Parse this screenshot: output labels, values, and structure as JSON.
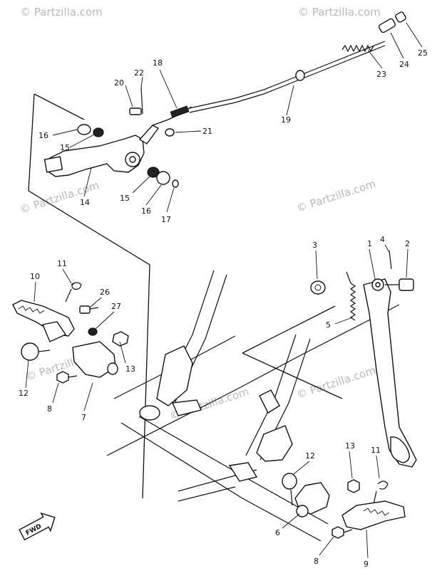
{
  "watermarks": [
    "© Partzilla.com",
    "© Partzilla.com",
    "© Partzilla.com",
    "© Partzilla.com",
    "© Partzilla.com",
    "© Partzilla.com",
    "© Partzilla.com"
  ],
  "fwd_label": "FWD",
  "callouts": [
    "1",
    "2",
    "3",
    "4",
    "5",
    "6",
    "7",
    "8",
    "8",
    "9",
    "10",
    "11",
    "11",
    "12",
    "12",
    "13",
    "13",
    "14",
    "15",
    "15",
    "16",
    "16",
    "17",
    "18",
    "19",
    "20",
    "21",
    "22",
    "23",
    "24",
    "25",
    "26",
    "27"
  ]
}
